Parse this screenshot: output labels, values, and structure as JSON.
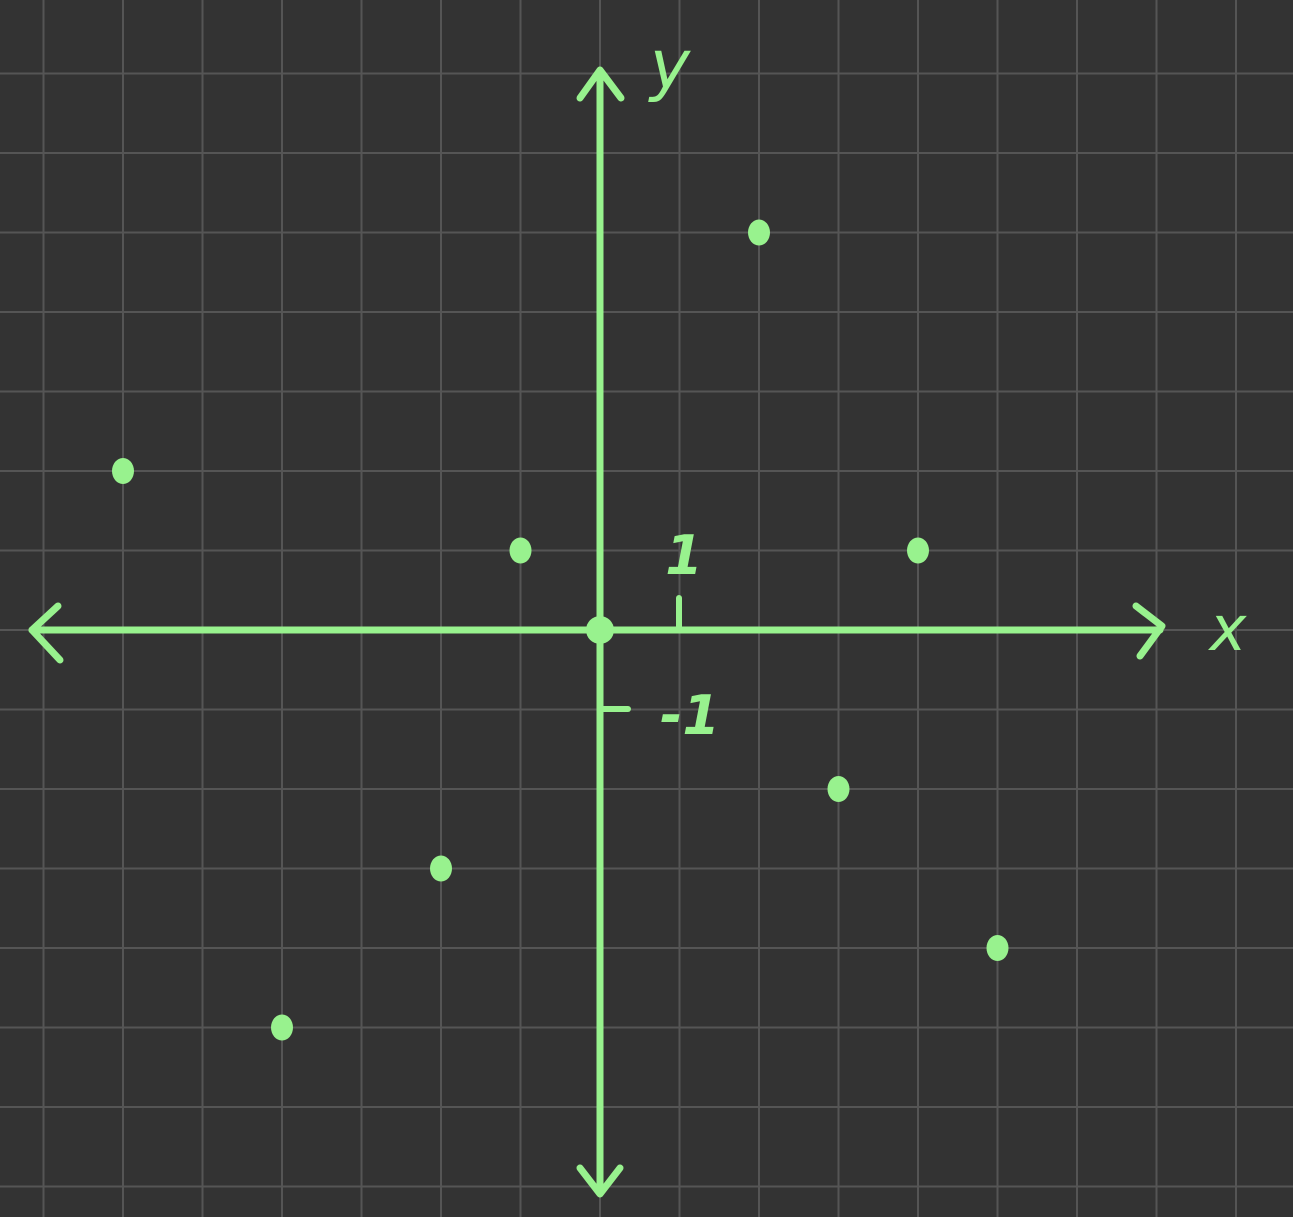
{
  "chart_data": {
    "type": "scatter",
    "xlabel": "x",
    "ylabel": "y",
    "tick_labels": {
      "x_unit": "1",
      "y_unit": "-1"
    },
    "grid": true,
    "points": [
      {
        "x": -6,
        "y": 2
      },
      {
        "x": -1,
        "y": 1
      },
      {
        "x": 2,
        "y": 5
      },
      {
        "x": 4,
        "y": 1
      },
      {
        "x": 0,
        "y": 0
      },
      {
        "x": 3,
        "y": -2
      },
      {
        "x": -2,
        "y": -3
      },
      {
        "x": 5,
        "y": -4
      },
      {
        "x": -4,
        "y": -5
      }
    ],
    "colors": {
      "background": "#333333",
      "grid": "#555555",
      "ink": "#98f28e"
    }
  }
}
